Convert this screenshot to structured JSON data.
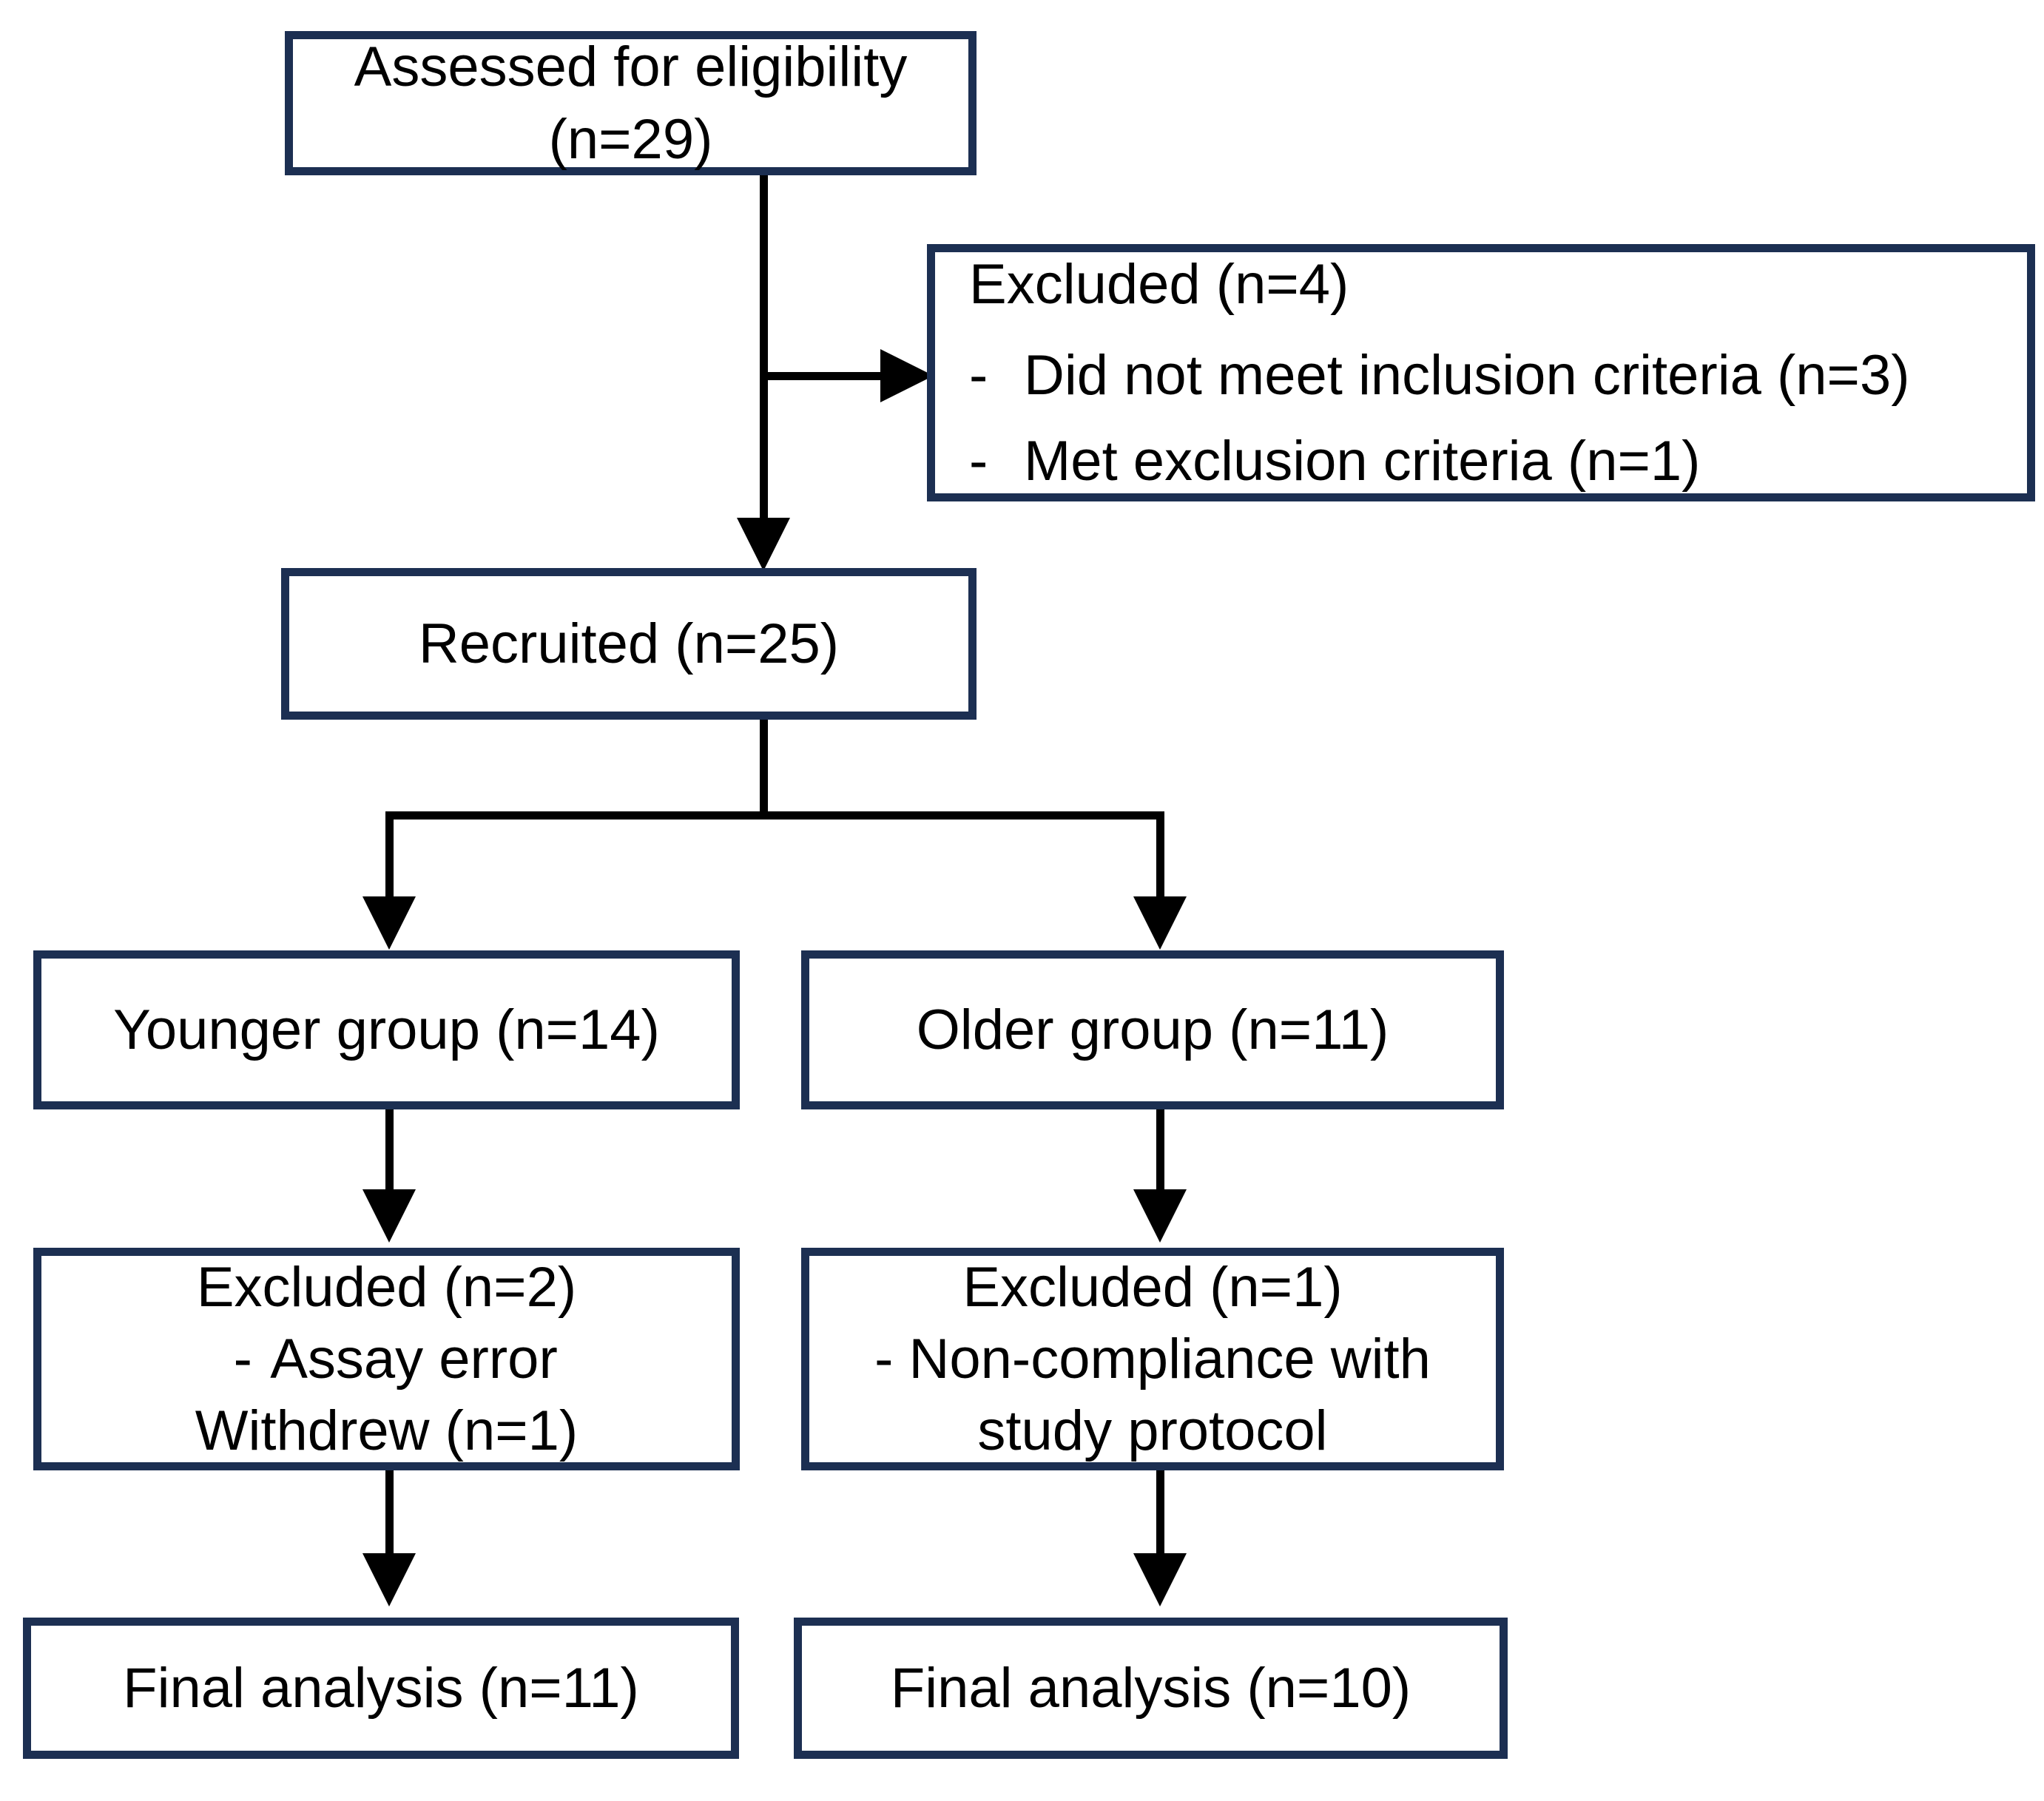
{
  "diagram": {
    "type": "consort-participant-flow",
    "colors": {
      "box_border": "#1c2f52",
      "box_fill": "#ffffff",
      "connector": "#000000",
      "text": "#000000"
    },
    "nodes": {
      "assessed": {
        "label": "Assessed for eligibility (n=29)",
        "n": 29
      },
      "excluded_screening": {
        "title": "Excluded (n=4)",
        "n": 4,
        "dash": "-",
        "reasons": [
          "Did not meet inclusion criteria (n=3)",
          "Met exclusion criteria (n=1)"
        ]
      },
      "recruited": {
        "label": "Recruited (n=25)",
        "n": 25
      },
      "younger_group": {
        "label": "Younger group (n=14)",
        "n": 14
      },
      "older_group": {
        "label": "Older group (n=11)",
        "n": 11
      },
      "younger_excluded": {
        "title": "Excluded (n=2)",
        "n": 2,
        "dash": "-",
        "reason": "Assay error",
        "withdrew": "Withdrew (n=1)"
      },
      "older_excluded": {
        "title": "Excluded (n=1)",
        "n": 1,
        "reason_line1": "- Non-compliance with",
        "reason_line2": "study protocol"
      },
      "younger_final": {
        "label": "Final analysis (n=11)",
        "n": 11
      },
      "older_final": {
        "label": "Final analysis (n=10)",
        "n": 10
      }
    }
  }
}
